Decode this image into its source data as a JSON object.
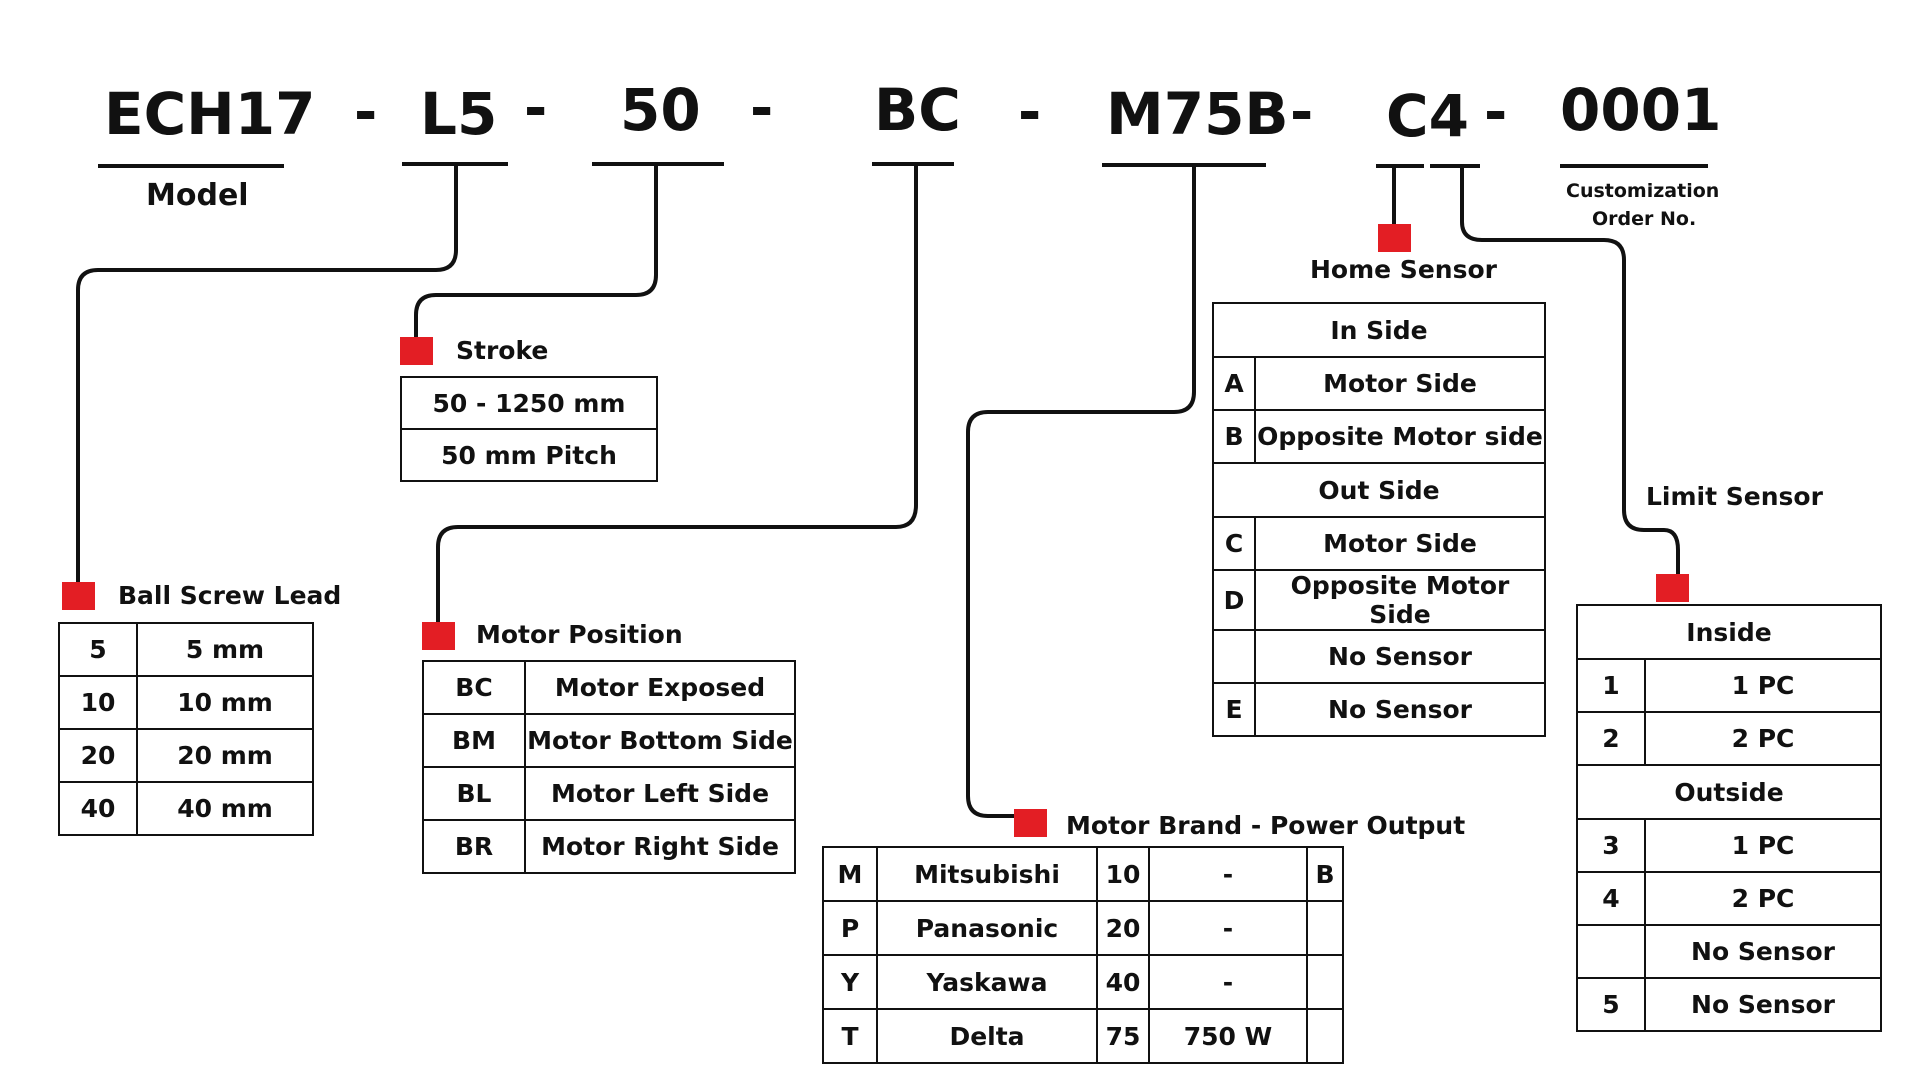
{
  "code": {
    "segments": [
      "ECH17",
      "L5",
      "50",
      "BC",
      "M75B",
      "C4",
      "0001"
    ],
    "separator": "-"
  },
  "model_label": "Model",
  "customization_label": [
    "Customization",
    "Order No."
  ],
  "stroke": {
    "title": "Stroke",
    "rows": [
      "50 - 1250 mm",
      "50 mm Pitch"
    ]
  },
  "ball_screw_lead": {
    "title": "Ball Screw Lead",
    "rows": [
      {
        "code": "5",
        "value": "5 mm"
      },
      {
        "code": "10",
        "value": "10 mm"
      },
      {
        "code": "20",
        "value": "20 mm"
      },
      {
        "code": "40",
        "value": "40 mm"
      }
    ]
  },
  "motor_position": {
    "title": "Motor Position",
    "rows": [
      {
        "code": "BC",
        "value": "Motor Exposed"
      },
      {
        "code": "BM",
        "value": "Motor Bottom Side"
      },
      {
        "code": "BL",
        "value": "Motor Left Side"
      },
      {
        "code": "BR",
        "value": "Motor Right Side"
      }
    ]
  },
  "motor_brand": {
    "title": "Motor Brand - Power Output",
    "rows": [
      {
        "code": "M",
        "brand": "Mitsubishi",
        "power_code": "10",
        "power": "-",
        "extra": "B"
      },
      {
        "code": "P",
        "brand": "Panasonic",
        "power_code": "20",
        "power": "-",
        "extra": ""
      },
      {
        "code": "Y",
        "brand": "Yaskawa",
        "power_code": "40",
        "power": "-",
        "extra": ""
      },
      {
        "code": "T",
        "brand": "Delta",
        "power_code": "75",
        "power": "750 W",
        "extra": ""
      }
    ]
  },
  "home_sensor": {
    "title": "Home Sensor",
    "in_side": "In Side",
    "out_side": "Out Side",
    "rows_in": [
      {
        "code": "A",
        "value": "Motor Side"
      },
      {
        "code": "B",
        "value": "Opposite Motor side"
      }
    ],
    "rows_out": [
      {
        "code": "C",
        "value": "Motor Side"
      },
      {
        "code": "D",
        "value": "Opposite Motor Side"
      },
      {
        "code": "",
        "value": "No Sensor"
      },
      {
        "code": "E",
        "value": "No Sensor"
      }
    ]
  },
  "limit_sensor": {
    "title": "Limit Sensor",
    "inside": "Inside",
    "outside": "Outside",
    "rows_in": [
      {
        "code": "1",
        "value": "1 PC"
      },
      {
        "code": "2",
        "value": "2 PC"
      }
    ],
    "rows_out": [
      {
        "code": "3",
        "value": "1 PC"
      },
      {
        "code": "4",
        "value": "2 PC"
      },
      {
        "code": "",
        "value": "No Sensor"
      },
      {
        "code": "5",
        "value": "No Sensor"
      }
    ]
  },
  "colors": {
    "marker": "#e31e24",
    "line": "#111111"
  }
}
